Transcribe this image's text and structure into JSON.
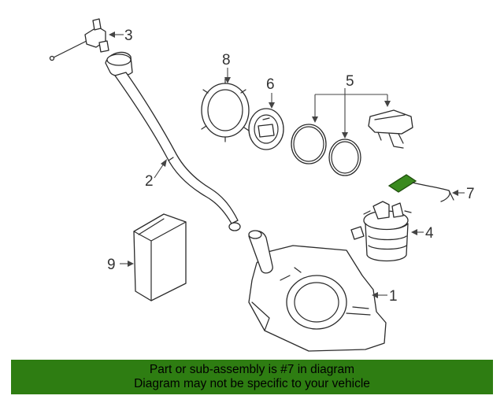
{
  "diagram": {
    "callouts": [
      "1",
      "2",
      "3",
      "4",
      "5",
      "6",
      "7",
      "8",
      "9"
    ],
    "highlight_color": "#3a8a1e"
  },
  "banner": {
    "line1": "Part or sub-assembly is #7 in diagram",
    "line2": "Diagram may not be specific to your vehicle",
    "background": "#2e7d12"
  }
}
